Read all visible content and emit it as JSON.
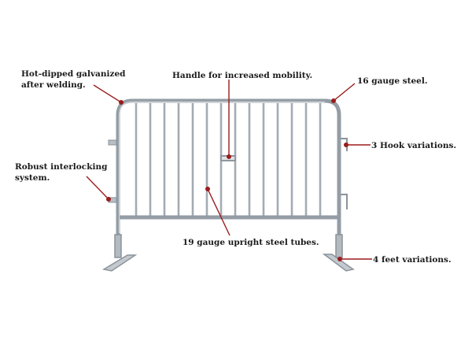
{
  "callouts": {
    "galvanized": "Hot-dipped galvanized\nafter welding.",
    "handle": "Handle for increased mobility.",
    "steel_gauge": "16 gauge steel.",
    "hook": "3 Hook variations.",
    "interlocking": "Robust interlocking\nsystem.",
    "upright_tubes": "19 gauge upright steel tubes.",
    "feet": "4 feet variations."
  },
  "colors": {
    "leader": "#9b1c1c",
    "frame": "#9aa3ab",
    "frame_dark": "#7d868e",
    "frame_light": "#c9ced3",
    "text": "#1a1a1a"
  }
}
